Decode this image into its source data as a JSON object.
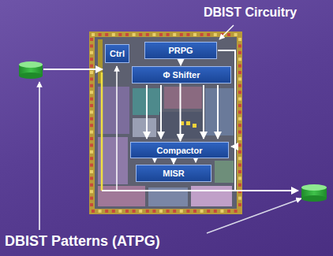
{
  "diagram": {
    "nodes": [
      {
        "text": [
          "Ctrl"
        ]
      },
      {
        "text": [
          "PRPG"
        ]
      },
      {
        "text": [
          "Φ Shifter"
        ]
      },
      {
        "text": [
          "Compactor"
        ]
      },
      {
        "text": [
          "MISR"
        ]
      }
    ],
    "edges": [
      {
        "from": 1,
        "to": 2,
        "arrow": "to"
      },
      {
        "from": 2,
        "to": 3,
        "arrow": "to"
      },
      {
        "from": 3,
        "to": 4,
        "arrow": "to"
      }
    ],
    "labels": [
      "DBIST Circuitry",
      "DBIST Patterns (ATPG)"
    ]
  }
}
